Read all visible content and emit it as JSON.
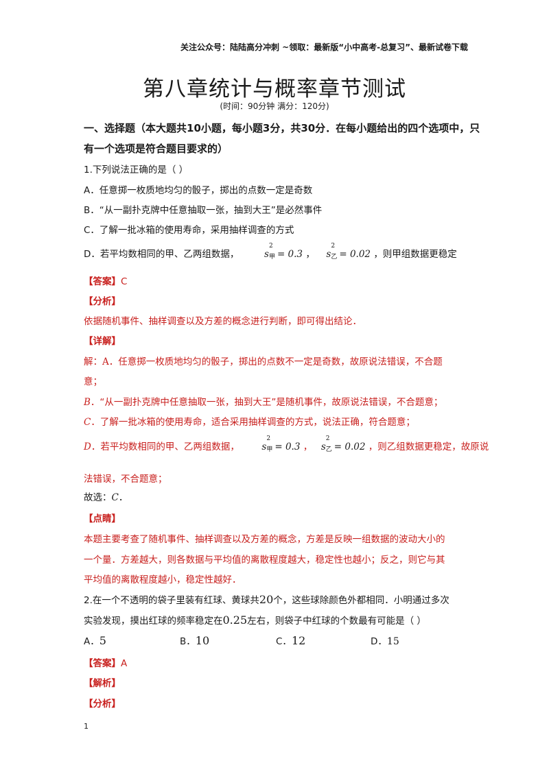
{
  "header": "关注公众号：陆陆高分冲刺 ~领取：最新版“小中高考-总复习”、最新试卷下载",
  "title": "第八章统计与概率章节测试",
  "subtitle": "(时间：90分钟  满分：120分)",
  "section": {
    "line1": "一、选择题（本大题共10小题，每小题3分，共30分．在每小题给出的四个选项中，只",
    "line2": "有一个选项是符合题目要求的）"
  },
  "q1": {
    "stem": "1.下列说法正确的是（     ）",
    "optA": "A．任意掷一枚质地均匀的骰子，掷出的点数一定是奇数",
    "optB": "B．“从一副扑克牌中任意抽取一张，抽到大王”是必然事件",
    "optC": "C．了解一批冰箱的使用寿命，采用抽样调查的方式",
    "optD_pre": "D．若平均数相同的甲、乙两组数据，",
    "optD_post": "，则甲组数据更稳定",
    "s": "s",
    "jia": "甲",
    "yi": "乙",
    "sq": "2",
    "eq_jia": "= 0.3",
    "eq_yi": "= 0.02",
    "comma": "，",
    "answer_tag": "【答案】",
    "answer_val": "C",
    "analysis_tag": "【分析】",
    "analysis": "依据随机事件、抽样调查以及方差的概念进行判断，即可得出结论．",
    "detail_tag": "【详解】",
    "d1a": "解：",
    "d1_A": "A",
    "d1b": "．任意掷一枚质地均匀的骰子，掷出的点数不一定是奇数，故原说法错误，不合题",
    "d1c": "意；",
    "d2_B": "B",
    "d2": "．“从一副扑克牌中任意抽取一张，抽到大王”是随机事件，故原说法错误，不合题意；",
    "d3_C": "C",
    "d3": "．了解一批冰箱的使用寿命，适合采用抽样调查的方式，说法正确，符合题意；",
    "d4_D": "D",
    "d4_pre": "．若平均数相同的甲、乙两组数据，",
    "d4_post": "，则乙组数据更稳定，故原说",
    "d4_cont": "法错误，不合题意；",
    "choose": "故选：",
    "choose_val": "C",
    "choose_end": "．",
    "comment_tag": "【点睛】",
    "c1": "本题主要考查了随机事件、抽样调查以及方差的概念，方差是反映一组数据的波动大小的",
    "c2": "一个量．方差越大，则各数据与平均值的离散程度越大，稳定性也越小；反之，则它与其",
    "c3": "平均值的离散程度越小，稳定性越好．"
  },
  "q2": {
    "l1a": "2.在一个不透明的袋子里装有红球、黄球共",
    "n20": "20",
    "l1b": "个，这些球除颜色外都相同．小明通过多次",
    "l2a": "实验发现，摸出红球的频率稳定在",
    "n025": "0.25",
    "l2b": "左右，则袋子中红球的个数最有可能是（     ）",
    "optA_l": "A．",
    "optA_v": "5",
    "optB_l": "B．",
    "optB_v": "10",
    "optC_l": "C．",
    "optC_v": "12",
    "optD_l": "D．",
    "optD_v": "15",
    "answer_tag": "【答案】",
    "answer_val": "A",
    "parse_tag": "【解析】",
    "analysis_tag": "【分析】"
  },
  "page_number": "1"
}
